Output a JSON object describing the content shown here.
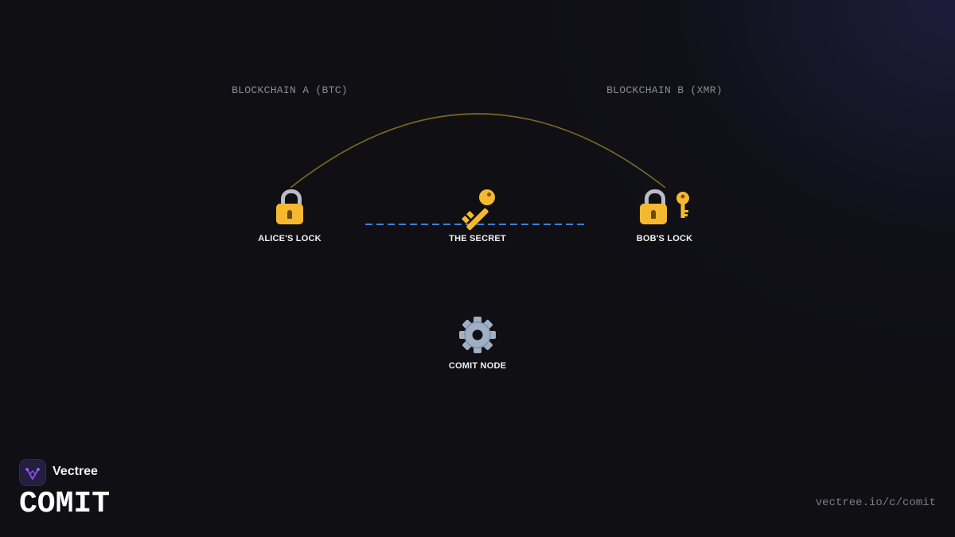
{
  "diagram": {
    "chains": [
      {
        "label": "BLOCKCHAIN A (BTC)"
      },
      {
        "label": "BLOCKCHAIN B (XMR)"
      }
    ],
    "nodes": [
      {
        "label": "ALICE'S LOCK",
        "icon": "padlock-icon"
      },
      {
        "label": "THE SECRET",
        "icon": "key-icon"
      },
      {
        "label": "BOB'S LOCK",
        "icon": "lock-with-key-icon"
      },
      {
        "label": "COMIT NODE",
        "icon": "gear-icon"
      }
    ],
    "connections": [
      {
        "from": "ALICE'S LOCK",
        "to": "BOB'S LOCK",
        "style": "solid-arc"
      },
      {
        "from": "ALICE'S LOCK",
        "to": "BOB'S LOCK",
        "style": "dashed",
        "via": "THE SECRET"
      }
    ]
  },
  "colors": {
    "background": "#0f0f14",
    "arc": "#7a6a22",
    "dashed_line": "#3f7fd6",
    "label_muted": "#8a8a92",
    "label_bright": "#f2f2f2",
    "lock_gold": "#f5b82e",
    "logo_purple": "#8a4be8"
  },
  "brand": {
    "name": "Vectree",
    "logo_icon": "vectree-logo-icon"
  },
  "product_title": "COMIT",
  "footer_url": "vectree.io/c/comit"
}
